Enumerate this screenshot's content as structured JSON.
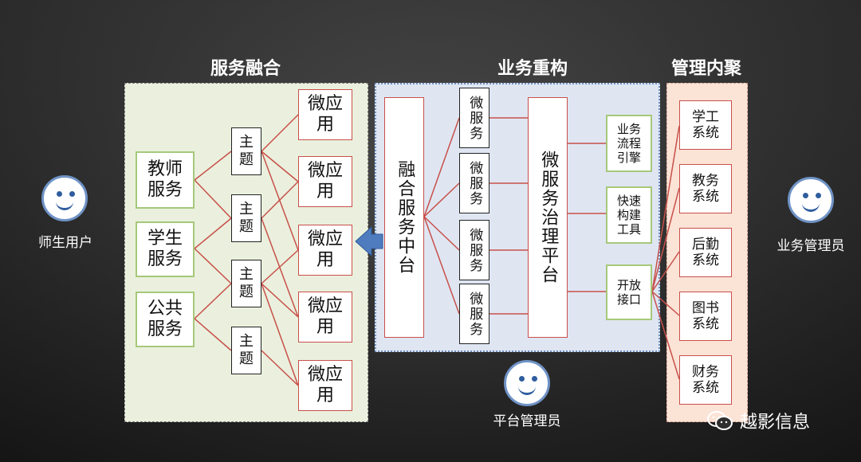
{
  "headings": {
    "left": "服务融合",
    "middle": "业务重构",
    "right": "管理内聚"
  },
  "left_panel": {
    "services": [
      "教师服务",
      "学生服务",
      "公共服务"
    ],
    "topics": [
      "主题",
      "主题",
      "主题",
      "主题"
    ],
    "micro_apps": [
      "微应用",
      "微应用",
      "微应用",
      "微应用",
      "微应用"
    ]
  },
  "middle_panel": {
    "fusion_platform": "融合服务中台",
    "micro_services": [
      "微服务",
      "微服务",
      "微服务",
      "微服务"
    ],
    "governance": "微服务治理平台",
    "tools": [
      "业务流程引擎",
      "快速构建工具",
      "开放接口"
    ]
  },
  "right_panel": {
    "systems": [
      "学工系统",
      "教务系统",
      "后勤系统",
      "图书系统",
      "财务系统"
    ]
  },
  "roles": {
    "left": "师生用户",
    "right": "业务管理员",
    "bottom": "平台管理员"
  },
  "brand": "越影信息",
  "colors": {
    "line": "#c8504a",
    "arrow": "#4f7cbf",
    "left_bg": "#eaf0dd",
    "mid_bg": "#dfe6f2",
    "right_bg": "#fbe3d6"
  },
  "icons": [
    "smiley-face-icon",
    "arrow-left-icon",
    "wechat-icon"
  ]
}
